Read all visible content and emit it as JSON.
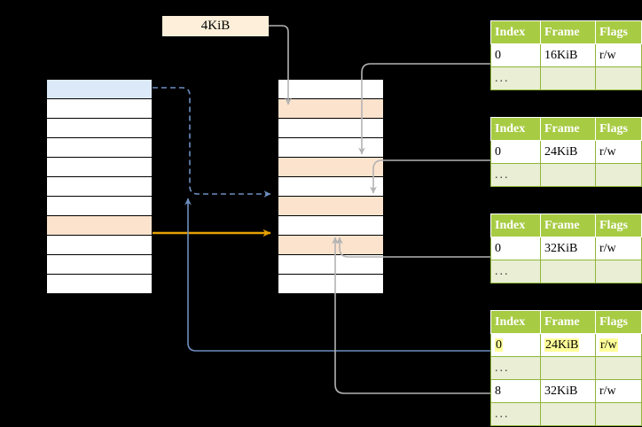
{
  "diagram": {
    "title_label": "4KiB",
    "colors": {
      "header_green": "#a7cb43",
      "row_ellipsis_bg": "#e9eed5",
      "highlight_yellow": "#ffff99",
      "cell_blue": "#dce9f9",
      "cell_peach": "#fce3cd",
      "label_bg": "#fdefd9",
      "arrow_gray": "#b3b3b3",
      "arrow_blue": "#6c8ebf",
      "arrow_orange": "#e6a100",
      "background": "#000000"
    },
    "left_column": {
      "name": "virtual-address-space",
      "row_count": 11,
      "rows": [
        {
          "index": 0,
          "fill": "blue",
          "text": ""
        },
        {
          "index": 1,
          "fill": "white",
          "text": ""
        },
        {
          "index": 2,
          "fill": "white",
          "text": ""
        },
        {
          "index": 3,
          "fill": "white",
          "text": ""
        },
        {
          "index": 4,
          "fill": "white",
          "text": ""
        },
        {
          "index": 5,
          "fill": "white",
          "text": ""
        },
        {
          "index": 6,
          "fill": "white",
          "text": ""
        },
        {
          "index": 7,
          "fill": "peach",
          "text": ""
        },
        {
          "index": 8,
          "fill": "white",
          "text": ""
        },
        {
          "index": 9,
          "fill": "white",
          "text": ""
        },
        {
          "index": 10,
          "fill": "white",
          "text": ""
        }
      ]
    },
    "middle_column": {
      "name": "physical-memory",
      "row_count": 11,
      "rows": [
        {
          "index": 0,
          "fill": "white",
          "text": ""
        },
        {
          "index": 1,
          "fill": "peach",
          "text": ""
        },
        {
          "index": 2,
          "fill": "white",
          "text": ""
        },
        {
          "index": 3,
          "fill": "white",
          "text": ""
        },
        {
          "index": 4,
          "fill": "peach",
          "text": ""
        },
        {
          "index": 5,
          "fill": "white",
          "text": ""
        },
        {
          "index": 6,
          "fill": "peach",
          "text": ""
        },
        {
          "index": 7,
          "fill": "white",
          "text": ""
        },
        {
          "index": 8,
          "fill": "peach",
          "text": ""
        },
        {
          "index": 9,
          "fill": "white",
          "text": ""
        },
        {
          "index": 10,
          "fill": "white",
          "text": ""
        }
      ]
    },
    "tables": [
      {
        "name": "page-table-1",
        "headers": [
          "Index",
          "Frame",
          "Flags"
        ],
        "rows": [
          {
            "kind": "data",
            "cells": [
              "0",
              "16KiB",
              "r/w"
            ],
            "highlight": [
              false,
              false,
              false
            ]
          },
          {
            "kind": "ellipsis",
            "cells": [
              "...",
              "",
              ""
            ],
            "highlight": [
              false,
              false,
              false
            ]
          }
        ]
      },
      {
        "name": "page-table-2",
        "headers": [
          "Index",
          "Frame",
          "Flags"
        ],
        "rows": [
          {
            "kind": "data",
            "cells": [
              "0",
              "24KiB",
              "r/w"
            ],
            "highlight": [
              false,
              false,
              false
            ]
          },
          {
            "kind": "ellipsis",
            "cells": [
              "...",
              "",
              ""
            ],
            "highlight": [
              false,
              false,
              false
            ]
          }
        ]
      },
      {
        "name": "page-table-3",
        "headers": [
          "Index",
          "Frame",
          "Flags"
        ],
        "rows": [
          {
            "kind": "data",
            "cells": [
              "0",
              "32KiB",
              "r/w"
            ],
            "highlight": [
              false,
              false,
              false
            ]
          },
          {
            "kind": "ellipsis",
            "cells": [
              "...",
              "",
              ""
            ],
            "highlight": [
              false,
              false,
              false
            ]
          }
        ]
      },
      {
        "name": "page-table-4",
        "headers": [
          "Index",
          "Frame",
          "Flags"
        ],
        "rows": [
          {
            "kind": "data",
            "cells": [
              "0",
              "24KiB",
              "r/w"
            ],
            "highlight": [
              true,
              true,
              true
            ]
          },
          {
            "kind": "ellipsis",
            "cells": [
              "...",
              "",
              ""
            ],
            "highlight": [
              false,
              false,
              false
            ]
          },
          {
            "kind": "data",
            "cells": [
              "8",
              "32KiB",
              "r/w"
            ],
            "highlight": [
              false,
              false,
              false
            ]
          },
          {
            "kind": "ellipsis",
            "cells": [
              "...",
              "",
              ""
            ],
            "highlight": [
              false,
              false,
              false
            ]
          }
        ]
      }
    ]
  }
}
